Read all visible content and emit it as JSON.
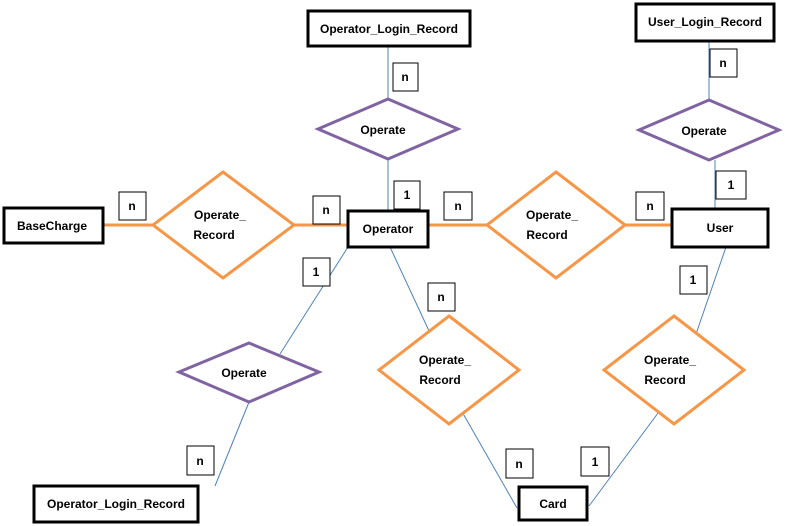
{
  "colors": {
    "entity_border": "#000000",
    "orange": "#F79646",
    "purple": "#8064A2",
    "thin_line": "#4F81BD",
    "text": "#000000"
  },
  "entities": {
    "operator_login_record_top": "Operator_Login_Record",
    "user_login_record": "User_Login_Record",
    "base_charge": "BaseCharge",
    "operator": "Operator",
    "user": "User",
    "operator_login_record_bottom": "Operator_Login_Record",
    "card": "Card"
  },
  "relationships": {
    "operate_top_mid": "Operate",
    "operate_top_right": "Operate",
    "operate_record_left": [
      "Operate_",
      "Record"
    ],
    "operate_record_mid": [
      "Operate_",
      "Record"
    ],
    "operate_bottom_left": "Operate",
    "operate_record_bottom_mid": [
      "Operate_",
      "Record"
    ],
    "operate_record_bottom_right": [
      "Operate_",
      "Record"
    ]
  },
  "cardinalities": {
    "c_top_mid_n": "n",
    "c_top_right_n": "n",
    "c_op_top_1": "1",
    "c_user_top_1": "1",
    "c_basecharge_n": "n",
    "c_op_left_n": "n",
    "c_op_right_n": "n",
    "c_user_left_n": "n",
    "c_op_bottomleft_1": "1",
    "c_op_card_n": "n",
    "c_user_card_1": "1",
    "c_login_bottom_n": "n",
    "c_card_left_n": "n",
    "c_card_right_1": "1"
  }
}
